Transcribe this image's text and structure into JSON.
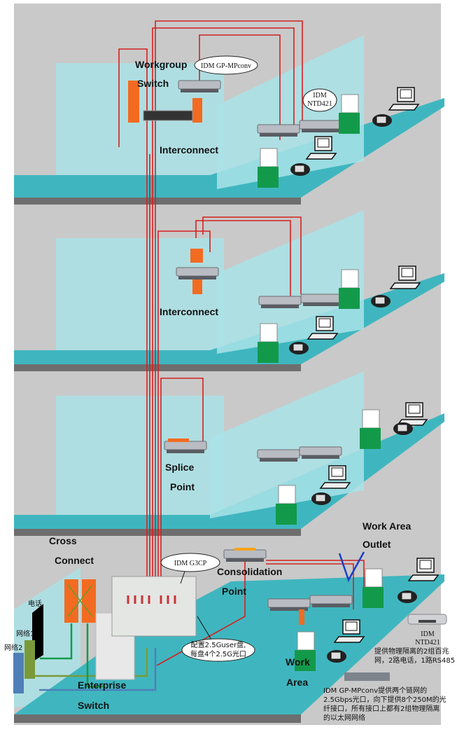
{
  "colors": {
    "wall": "#c9c9c9",
    "floor": "#3fb6bf",
    "panel": "#a9e3e8",
    "edge": "#6e6e6e",
    "cable_red": "#d42020",
    "device_orange": "#f36b21",
    "outlet_green": "#129a4a",
    "cable_blue": "#4f7fb8",
    "cable_green": "#7a9a3a"
  },
  "floor1": {
    "workgroup": "Workgroup",
    "switch": "Switch",
    "interconnect": "Interconnect",
    "callout_conv": "IDM GP-MPconv",
    "callout_ntd_1": "IDM",
    "callout_ntd_2": "NTD421"
  },
  "floor2": {
    "interconnect": "Interconnect"
  },
  "floor3": {
    "splice": "Splice",
    "point": "Point"
  },
  "floor4": {
    "cross": "Cross",
    "connect": "Connect",
    "consolidation": "Consolidation",
    "point": "Point",
    "work_area_outlet_1": "Work Area",
    "work_area_outlet_2": "Outlet",
    "work": "Work",
    "area": "Area",
    "enterprise": "Enterprise",
    "switch": "Switch",
    "phone": "电话",
    "net1": "网络1",
    "net2": "网络2",
    "callout_g3cp": "IDM G3CP",
    "callout_card_1": "配置2.5Guser盘,",
    "callout_card_2": "每盘4个2.5G光口"
  },
  "legend": {
    "ntd_1": "IDM",
    "ntd_2": "NTD421",
    "ntd_desc_1": "提供物理隔离的2组百兆",
    "ntd_desc_2": "网，2路电话，1路RS485",
    "conv_desc_1": "IDM GP-MPconv提供两个链网的",
    "conv_desc_2": "2.5Gbps光口，向下提供8个250M的光",
    "conv_desc_3": "纤接口，所有接口上都有2组物理隔离",
    "conv_desc_4": "的以太网网络"
  }
}
